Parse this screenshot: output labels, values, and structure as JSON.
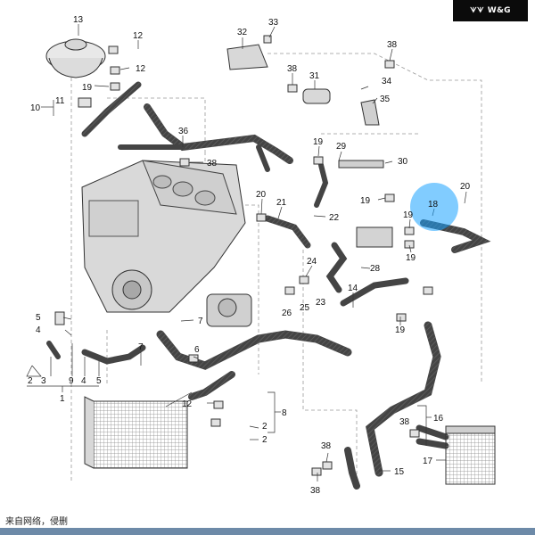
{
  "header": {
    "brand": "W&G"
  },
  "caption": "来自网络，侵删",
  "highlight_color": "#1aa3ff",
  "labels": {
    "l13": "13",
    "l33": "33",
    "l12a": "12",
    "l12b": "12",
    "l32": "32",
    "l38a": "38",
    "l38b": "38",
    "l31": "31",
    "l34": "34",
    "l35": "35",
    "l19a": "19",
    "l10": "10",
    "l11": "11",
    "l36": "36",
    "l38c": "38",
    "l19b": "19",
    "l29": "29",
    "l30": "30",
    "l20a": "20",
    "l21": "21",
    "l22": "22",
    "l19c": "19",
    "l18": "18",
    "l20b": "20",
    "l19d": "19",
    "l19e": "19",
    "l24": "24",
    "l28": "28",
    "l14": "14",
    "l23": "23",
    "l25": "25",
    "l26": "26",
    "l5": "5",
    "l7a": "7",
    "l4a": "4",
    "l19f": "19",
    "l7b": "7",
    "l6": "6",
    "l2a": "2",
    "l3": "3",
    "l9": "9",
    "l4b": "4",
    "l5b": "5",
    "l1": "1",
    "l12c": "12",
    "l8": "8",
    "l2b": "2",
    "l2c": "2",
    "l16": "16",
    "l38d": "38",
    "l17": "17",
    "l15": "15",
    "l38e": "38",
    "l38f": "38"
  }
}
